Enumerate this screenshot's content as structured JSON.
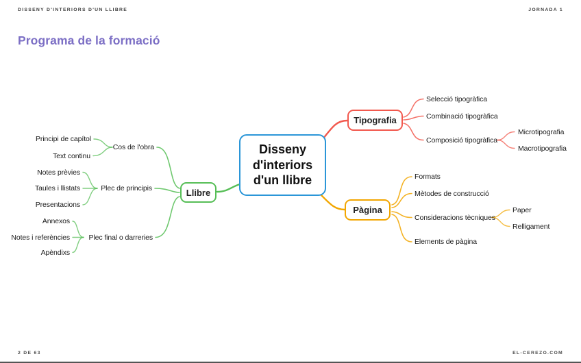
{
  "header": {
    "left": "DISSENY D'INTERIORS D'UN LLIBRE",
    "right": "JORNADA 1"
  },
  "title": "Programa de la formació",
  "footer": {
    "left": "2 DE 63",
    "right": "EL-CEREZO.COM"
  },
  "colors": {
    "title": "#7C6FC5"
  },
  "mindmap": {
    "root": {
      "label": "Disseny d'interiors d'un llibre",
      "color": "#2B96D8"
    },
    "branches": [
      {
        "label": "Tipografia",
        "color": "#F2594E",
        "children": [
          {
            "label": "Selecció tipogràfica"
          },
          {
            "label": "Combinació tipogràfica"
          },
          {
            "label": "Composició tipogràfica",
            "children": [
              {
                "label": "Microtipografia"
              },
              {
                "label": "Macrotipografia"
              }
            ]
          }
        ]
      },
      {
        "label": "Pàgina",
        "color": "#F2A600",
        "children": [
          {
            "label": "Formats"
          },
          {
            "label": "Mètodes de construcció"
          },
          {
            "label": "Consideracions tècniques",
            "children": [
              {
                "label": "Paper"
              },
              {
                "label": "Relligament"
              }
            ]
          },
          {
            "label": "Elements de pàgina"
          }
        ]
      },
      {
        "label": "Llibre",
        "color": "#56BE56",
        "children": [
          {
            "label": "Cos de l'obra",
            "children": [
              {
                "label": "Principi de capítol"
              },
              {
                "label": "Text continu"
              }
            ]
          },
          {
            "label": "Plec de principis",
            "children": [
              {
                "label": "Notes prèvies"
              },
              {
                "label": "Taules i llistats"
              },
              {
                "label": "Presentacions"
              }
            ]
          },
          {
            "label": "Plec final o darreries",
            "children": [
              {
                "label": "Annexos"
              },
              {
                "label": "Notes i referències"
              },
              {
                "label": "Apèndixs"
              }
            ]
          }
        ]
      }
    ]
  }
}
